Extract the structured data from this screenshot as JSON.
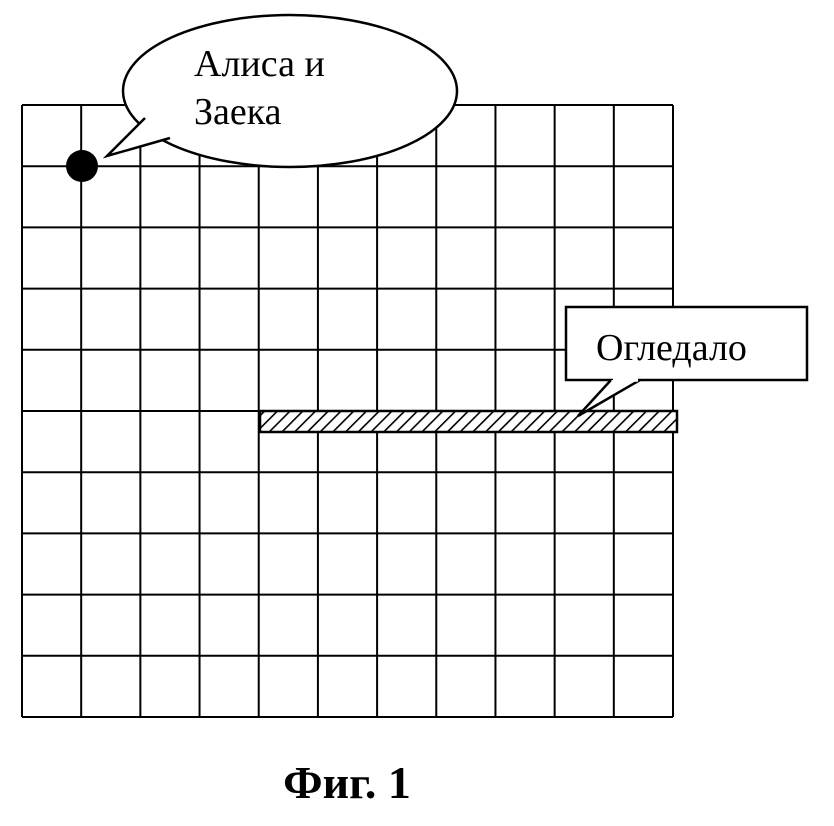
{
  "grid": {
    "columns": 11,
    "rows": 10
  },
  "alice_callout": {
    "line1": "Алиса и",
    "line2": "Заека"
  },
  "mirror_callout": {
    "label": "Огледало"
  },
  "caption": "Фиг. 1",
  "colors": {
    "line": "#000000",
    "background": "#ffffff",
    "marker": "#000000"
  }
}
